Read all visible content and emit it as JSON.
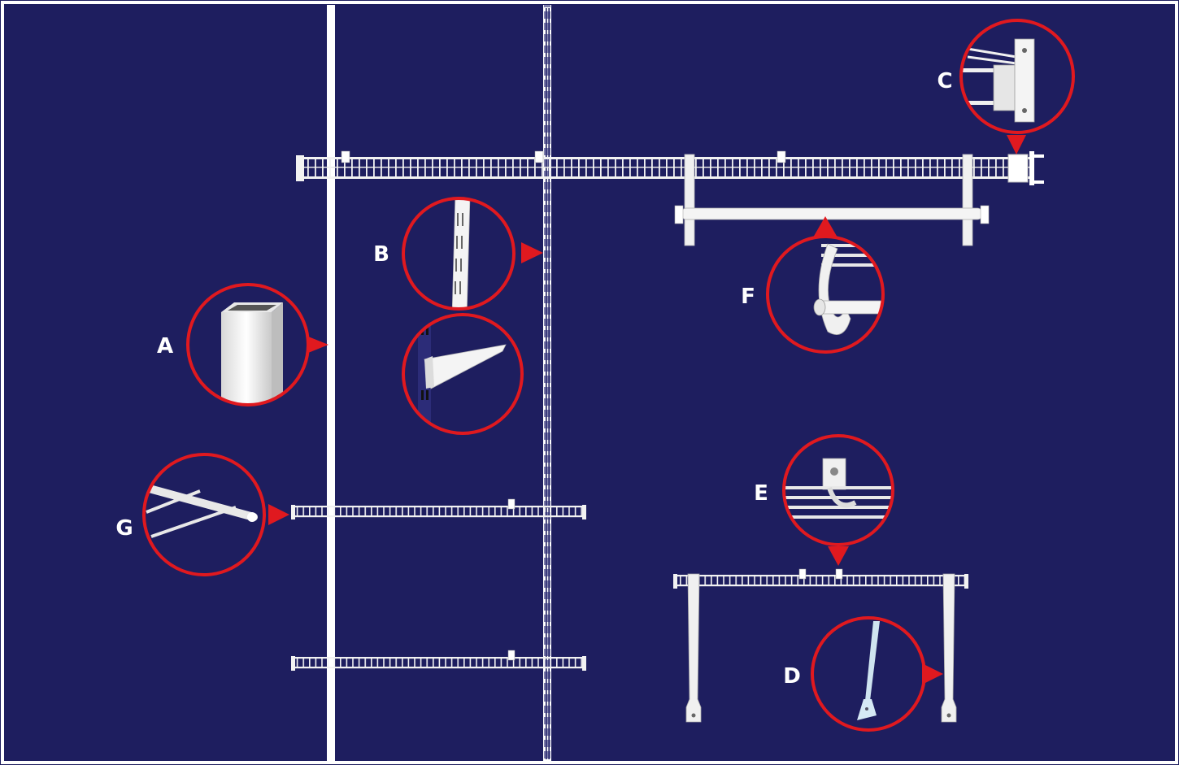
{
  "colors": {
    "background": "#1e1e5f",
    "frame": "#ffffff",
    "accent": "#e0191f",
    "wire": "#f2f2f2",
    "label": "#ffffff"
  },
  "callouts": [
    {
      "label": "A",
      "part": "square-post"
    },
    {
      "label": "B",
      "part": "standard-and-bracket"
    },
    {
      "label": "C",
      "part": "end-bracket"
    },
    {
      "label": "D",
      "part": "support-leg"
    },
    {
      "label": "E",
      "part": "shelf-clip"
    },
    {
      "label": "F",
      "part": "hang-rod-bracket"
    },
    {
      "label": "G",
      "part": "wire-end"
    }
  ]
}
